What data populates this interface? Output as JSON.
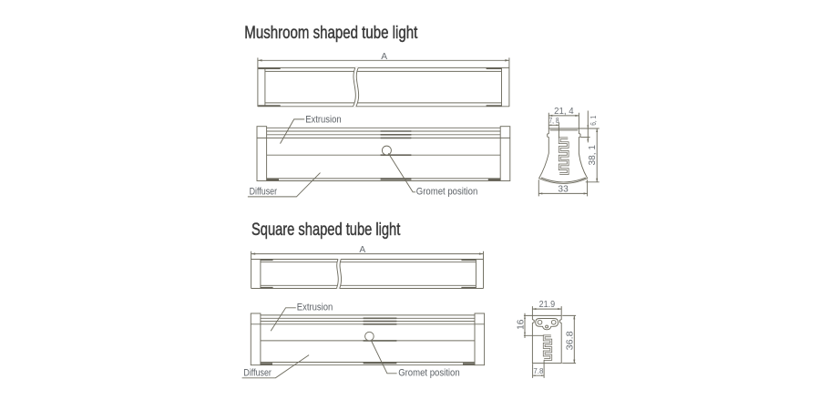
{
  "document": {
    "type": "technical-drawing",
    "background": "#ffffff",
    "line_color": "#6f6d60",
    "accent_dark": "#5e5c50",
    "label_color": "#5d6267",
    "dimension_color": "#666b70",
    "title_color": "#3a3a3a"
  },
  "sections": {
    "mushroom": {
      "title": "Mushroom shaped tube light",
      "length_label": "A",
      "extrusion_label": "Extrusion",
      "diffuser_label": "Diffuser",
      "gromet_label": "Gromet position",
      "dim_top_width": "21, 4",
      "dim_channel_offset": "7, 8",
      "dim_cap_height": "6, 1",
      "dim_total_height": "38, 1",
      "dim_base_width": "33"
    },
    "square": {
      "title": "Square shaped tube light",
      "length_label": "A",
      "extrusion_label": "Extrusion",
      "diffuser_label": "Diffuser",
      "gromet_label": "Gromet position",
      "dim_top_width": "21.9",
      "dim_side_height": "16",
      "dim_total_height": "36.8",
      "dim_channel_offset": "7.8"
    }
  }
}
